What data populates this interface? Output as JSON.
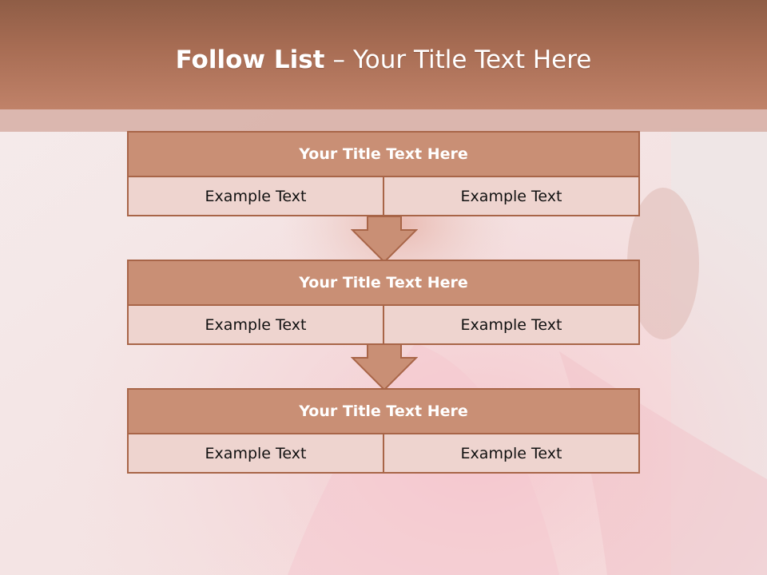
{
  "slide": {
    "title_bold": "Follow List",
    "title_separator": "–",
    "title_rest": "Your Title Text Here"
  },
  "flow": [
    {
      "title": "Your Title Text Here",
      "left": "Example Text",
      "right": "Example Text"
    },
    {
      "title": "Your Title Text Here",
      "left": "Example Text",
      "right": "Example Text"
    },
    {
      "title": "Your Title Text Here",
      "left": "Example Text",
      "right": "Example Text"
    }
  ],
  "colors": {
    "header": "#a86d54",
    "block_title_fill": "#c98f75",
    "block_border": "#a86548",
    "cell_fill": "#eed4cf",
    "arrow_fill": "#c98f75"
  }
}
